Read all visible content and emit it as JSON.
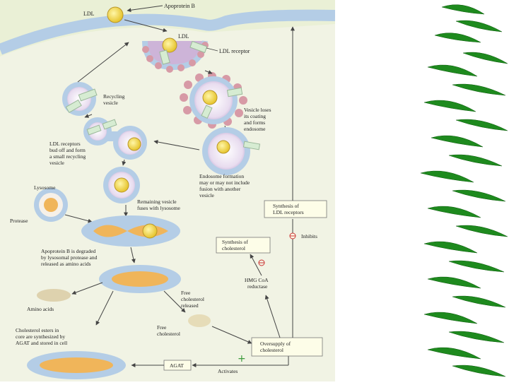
{
  "diagram": {
    "labels": {
      "apoprotein_b": "Apoprotein B",
      "ldl": "LDL",
      "ldl_inner": "LDL",
      "ldl_receptor": "LDL receptor",
      "recycling_vesicle": [
        "Recycling",
        "vesicle"
      ],
      "vesicle_loses": [
        "Vesicle loses",
        "its coating",
        "and forms",
        "endosome"
      ],
      "ldl_receptors_bud": [
        "LDL receptors",
        "bud off and form",
        "a small recycling",
        "vesicle"
      ],
      "endosome_formation": [
        "Endosome formation",
        "may or may not include",
        "fusion with another",
        "vesicle"
      ],
      "lysosome": "Lysosome",
      "remaining_vesicle": [
        "Remaining vesicle",
        "fuses with lysosome"
      ],
      "synthesis_ldl_receptors": [
        "Synthesis of",
        "LDL receptors"
      ],
      "protease": "Protease",
      "inhibits": "Inhibits",
      "synthesis_cholesterol": [
        "Synthesis of",
        "cholesterol"
      ],
      "apoprotein_degraded": [
        "Apoprotein B is degraded",
        "by lysosomal protease and",
        "released as amino acids"
      ],
      "hmg_coa": [
        "HMG CoA",
        "reductase"
      ],
      "amino_acids": "Amino acids",
      "free_chol_released": [
        "Free",
        "cholesterol",
        "released"
      ],
      "chol_esters": [
        "Cholesterol esters in",
        "core are synthesized by",
        "AGAT and stored in cell"
      ],
      "free_cholesterol": [
        "Free",
        "cholesterol"
      ],
      "oversupply": [
        "Oversupply of",
        "cholesterol"
      ],
      "agat": "AGAT",
      "activates": "Activates"
    },
    "colors": {
      "background": "#eaf0d6",
      "membrane": "#b4cde6",
      "vesicle_inner": "#f3ecf4",
      "ldl_particle": "#f2d64a",
      "receptor": "#d6ecd2",
      "coat_bump": "#d79aa6",
      "lysosome_core": "#f0b55a",
      "arrow": "#444444"
    }
  },
  "decoration": {
    "icon": "bamboo-leaves-icon",
    "leaf_color": "#1e8a1e"
  }
}
